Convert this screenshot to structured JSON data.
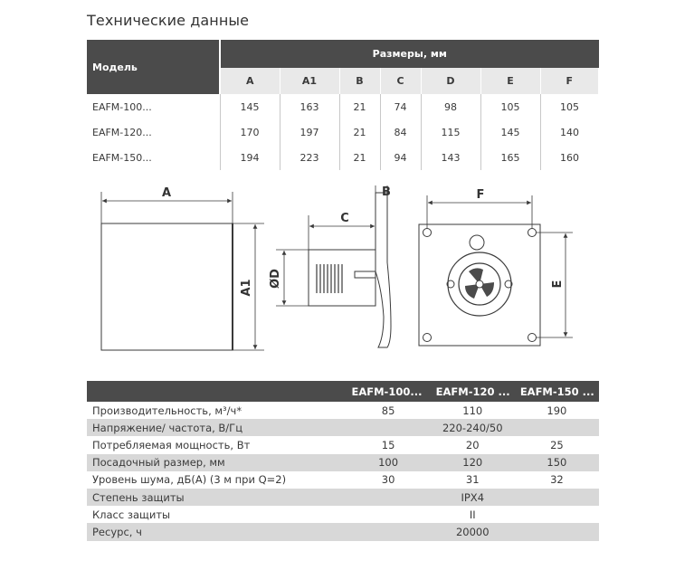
{
  "title": "Технические данные",
  "dimensions_table": {
    "model_header": "Модель",
    "group_header": "Размеры, мм",
    "columns": [
      "A",
      "A1",
      "B",
      "C",
      "D",
      "E",
      "F"
    ],
    "rows": [
      {
        "model": "EAFM-100...",
        "values": [
          "145",
          "163",
          "21",
          "74",
          "98",
          "105",
          "105"
        ]
      },
      {
        "model": "EAFM-120...",
        "values": [
          "170",
          "197",
          "21",
          "84",
          "115",
          "145",
          "140"
        ]
      },
      {
        "model": "EAFM-150...",
        "values": [
          "194",
          "223",
          "21",
          "94",
          "143",
          "165",
          "160"
        ]
      }
    ]
  },
  "drawing_labels": {
    "a": "A",
    "a1": "A1",
    "b": "B",
    "c": "C",
    "d": "ØD",
    "e": "E",
    "f": "F"
  },
  "specs_table": {
    "columns": [
      "EAFM-100...",
      "EAFM-120 ...",
      "EAFM-150 ..."
    ],
    "rows": [
      {
        "label": "Производительность, м³/ч*",
        "values": [
          "85",
          "110",
          "190"
        ]
      },
      {
        "label": "Напряжение/ частота, В/Гц",
        "span": "220-240/50"
      },
      {
        "label": "Потребляемая мощность, Вт",
        "values": [
          "15",
          "20",
          "25"
        ]
      },
      {
        "label": "Посадочный размер, мм",
        "values": [
          "100",
          "120",
          "150"
        ]
      },
      {
        "label": "Уровень шума, дБ(А) (3 м при Q=2)",
        "values": [
          "30",
          "31",
          "32"
        ]
      },
      {
        "label": "Степень защиты",
        "span": "IPX4"
      },
      {
        "label": "Класс защиты",
        "span": "II"
      },
      {
        "label": "Ресурс, ч",
        "span": "20000"
      }
    ]
  },
  "colors": {
    "header_dark": "#4b4b4b",
    "header_light": "#e9e9e9",
    "row_alt": "#d8d8d8",
    "line": "#3a3a3a"
  }
}
